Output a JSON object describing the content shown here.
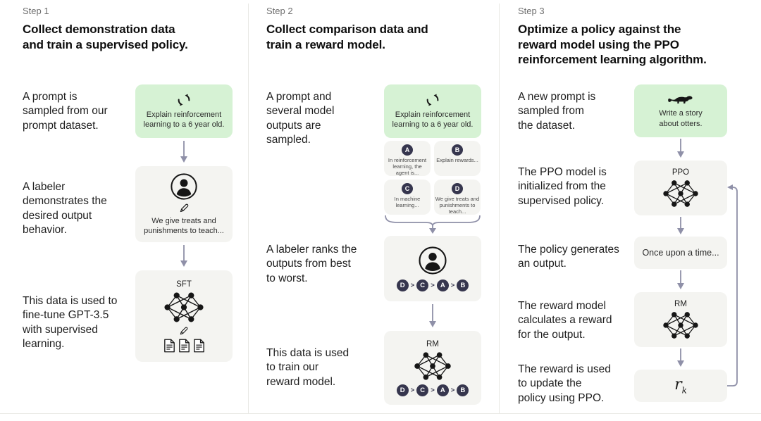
{
  "ui": {
    "gt": ">"
  },
  "colors": {
    "green_box": "#d6f2d4",
    "gray_box": "#f4f4f1",
    "arrow": "#8f90a8",
    "badge": "#36364e"
  },
  "step1": {
    "label": "Step 1",
    "title": "Collect demonstration data\nand train a supervised policy.",
    "caption_prompt": "A prompt is\nsampled from our\nprompt dataset.",
    "caption_labeler": "A labeler\ndemonstrates the\ndesired output\nbehavior.",
    "caption_finetune": "This data is used to\nfine-tune GPT-3.5\nwith supervised\nlearning.",
    "prompt_text": "Explain reinforcement\nlearning to a 6 year old.",
    "demo_text": "We give treats and\npunishments to teach...",
    "model_label": "SFT"
  },
  "step2": {
    "label": "Step 2",
    "title": "Collect comparison data and\ntrain a reward model.",
    "caption_sampled": "A prompt and\nseveral model\noutputs are\nsampled.",
    "caption_ranks": "A labeler ranks the\noutputs from best\nto worst.",
    "caption_train": "This data is used\nto train our\nreward model.",
    "prompt_text": "Explain reinforcement\nlearning to a 6 year old.",
    "outputs": [
      {
        "letter": "A",
        "text": "In reinforcement\nlearning, the\nagent is..."
      },
      {
        "letter": "B",
        "text": "Explain rewards..."
      },
      {
        "letter": "C",
        "text": "In machine\nlearning..."
      },
      {
        "letter": "D",
        "text": "We give treats and\npunishments to\nteach..."
      }
    ],
    "ranking": [
      "D",
      "C",
      "A",
      "B"
    ],
    "model_label": "RM"
  },
  "step3": {
    "label": "Step 3",
    "title": "Optimize a policy against the\nreward model using the PPO\nreinforcement learning algorithm.",
    "caption_new_prompt": "A new prompt is\nsampled from\nthe dataset.",
    "caption_init": "The PPO model is\ninitialized from the\nsupervised policy.",
    "caption_output": "The policy generates\nan output.",
    "caption_reward": "The reward model\ncalculates a reward\nfor the output.",
    "caption_update": "The reward is used\nto update the\npolicy using PPO.",
    "prompt_text": "Write a story\nabout otters.",
    "ppo_label": "PPO",
    "output_text": "Once upon a time...",
    "rm_label": "RM",
    "reward_var": "r",
    "reward_sub": "k"
  }
}
